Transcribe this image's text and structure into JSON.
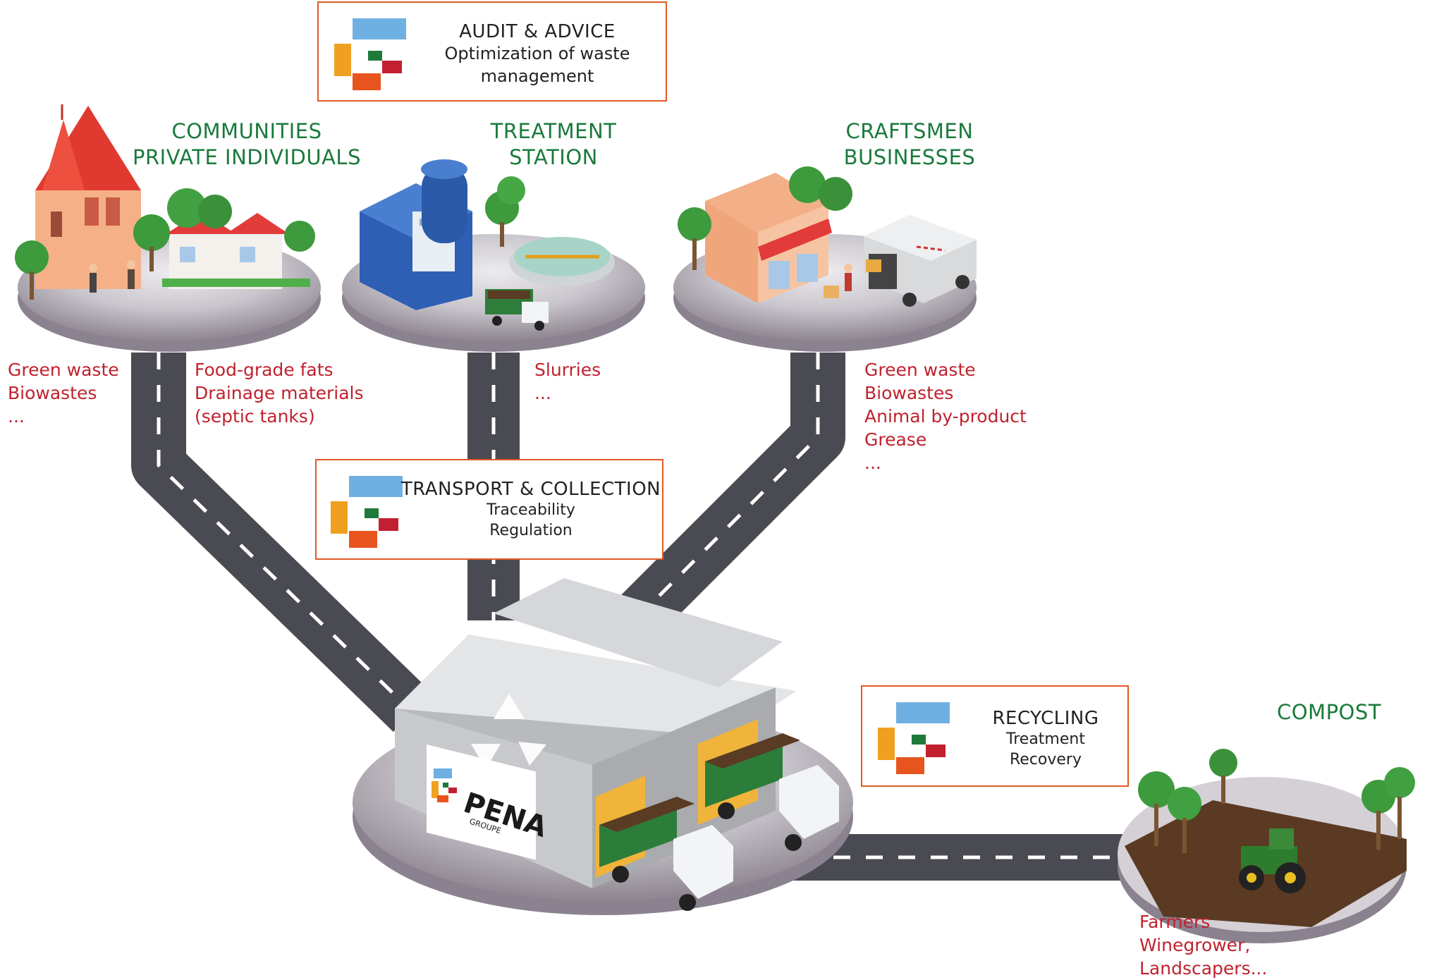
{
  "sites": {
    "communities": {
      "title_lines": [
        "COMMUNITIES",
        "PRIVATE INDIVIDUALS"
      ],
      "waste_left": [
        "Green waste",
        "Biowastes",
        "..."
      ],
      "waste_right": [
        "Food-grade fats",
        "Drainage materials",
        "(septic tanks)"
      ]
    },
    "treatment": {
      "title_lines": [
        "TREATMENT",
        "STATION"
      ],
      "waste": [
        "Slurries",
        "..."
      ]
    },
    "craftsmen": {
      "title_lines": [
        "CRAFTSMEN",
        "BUSINESSES"
      ],
      "waste": [
        "Green waste",
        "Biowastes",
        "Animal by-product",
        "Grease",
        "..."
      ]
    },
    "compost": {
      "title": "COMPOST",
      "users": [
        "Farmers",
        "Winegrower,",
        "Landscapers..."
      ]
    }
  },
  "boxes": {
    "audit": {
      "title": "AUDIT & ADVICE",
      "lines": [
        "Optimization of waste",
        "management"
      ]
    },
    "transport": {
      "title": "TRANSPORT & COLLECTION",
      "lines": [
        "Traceability",
        "Regulation"
      ]
    },
    "recycling": {
      "title": "RECYCLING",
      "lines": [
        "Treatment",
        "Recovery"
      ]
    }
  },
  "plant": {
    "brand": "PENA",
    "sub": "GROUPE"
  },
  "colors": {
    "heading": "#1a7a3c",
    "waste": "#c0222e",
    "box_border": "#e05a24",
    "logo_blue": "#6fb0e2",
    "logo_orange": "#f0a020",
    "logo_red": "#e8541e",
    "logo_green": "#1e7a3a",
    "logo_crimson": "#c22030",
    "road": "#4a4a52"
  }
}
